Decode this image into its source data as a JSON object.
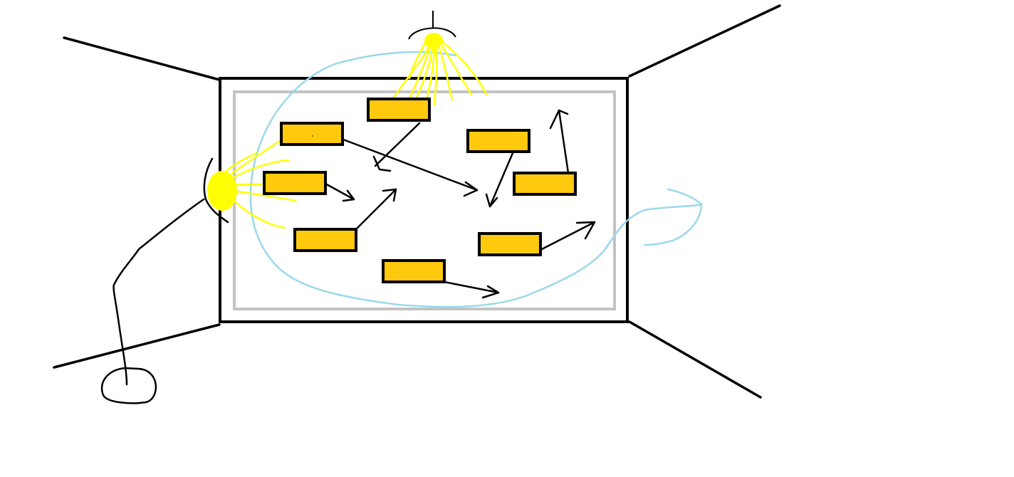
{
  "colors": {
    "background": "#ffffff",
    "line": "#000000",
    "box_fill": "#ffc90e",
    "light": "#ffff00",
    "inner_frame": "#c3c3c3",
    "path": "#99d9ea"
  },
  "diagram": {
    "lights": [
      {
        "kind": "ceiling-lamp",
        "icon": "light-bulb-icon",
        "rays": 9
      },
      {
        "kind": "floor-lamp",
        "icon": "light-bulb-icon",
        "rays": 6
      }
    ],
    "boxes": [
      {
        "color": "#ffc90e",
        "has_arrow": true
      },
      {
        "color": "#ffc90e",
        "has_arrow": true
      },
      {
        "color": "#ffc90e",
        "has_arrow": true
      },
      {
        "color": "#ffc90e",
        "has_arrow": true
      },
      {
        "color": "#ffc90e",
        "has_arrow": true
      },
      {
        "color": "#ffc90e",
        "has_arrow": true
      },
      {
        "color": "#ffc90e",
        "has_arrow": true
      },
      {
        "color": "#ffc90e",
        "has_arrow": true
      }
    ],
    "text_labels": []
  }
}
